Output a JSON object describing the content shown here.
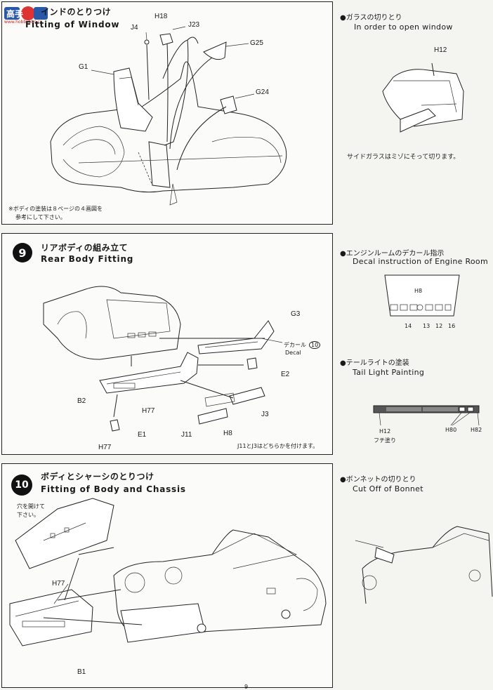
{
  "watermark": {
    "cn": "高手",
    "sub": "www.hobbybbs.cn"
  },
  "step8": {
    "title_jp": "インドのとりつけ",
    "title_en": "Fitting of Window",
    "labels": [
      "J4",
      "H18",
      "J23",
      "G25",
      "G1",
      "G24"
    ],
    "note_line1": "※ボディの塗装は８ページの４画図を",
    "note_line2": "参考にして下さい。"
  },
  "side_window": {
    "title_jp": "●ガラスの切りとり",
    "title_en": "In order to open window",
    "part": "H12",
    "caption": "サイドガラスはミゾにそって切ります。"
  },
  "step9": {
    "num": "9",
    "title_jp": "リアボディの組み立て",
    "title_en": "Rear Body Fitting",
    "labels": {
      "g3": "G3",
      "decal_jp": "デカール",
      "decal_num": "10",
      "decal_en": "Decal",
      "e2": "E2",
      "b2": "B2",
      "h77a": "H77",
      "j3": "J3",
      "j11": "J11",
      "h8": "H8",
      "e1": "E1",
      "h77b": "H77"
    },
    "note": "J11とJ3はどちらかを付けます。"
  },
  "engine_decal": {
    "title_jp": "●エンジンルームのデカール指示",
    "title_en": "Decal instruction of Engine Room",
    "part": "H8",
    "nums": [
      "14",
      "13",
      "12",
      "16"
    ]
  },
  "tail_light": {
    "title_jp": "●テールライトの塗装",
    "title_en": "Tail Light Painting",
    "left_part": "H12",
    "left_note": "フチ塗り",
    "mid_part": "H80",
    "right_part": "H82"
  },
  "step10": {
    "num": "10",
    "title_jp": "ボディとシャーシのとりつけ",
    "title_en": "Fitting of Body and Chassis",
    "hole_line1": "穴を開けて",
    "hole_line2": "下さい。",
    "h77": "H77",
    "b1": "B1"
  },
  "bonnet": {
    "title_jp": "●ボンネットの切りとり",
    "title_en": "Cut Off of Bonnet"
  },
  "page_num": "9"
}
